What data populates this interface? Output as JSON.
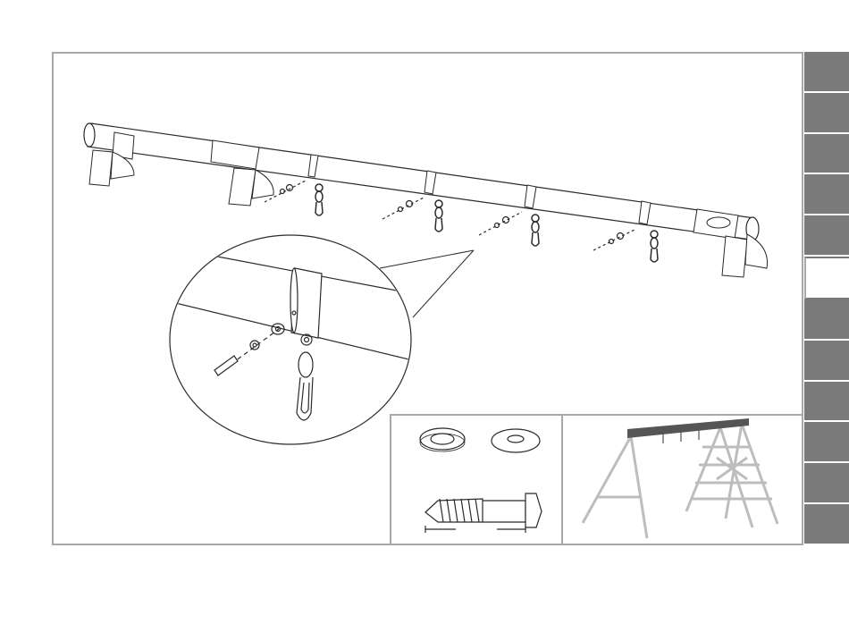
{
  "document": {
    "type": "assembly-instruction-page"
  },
  "tabs": {
    "items": [
      {
        "label": "",
        "active": false
      },
      {
        "label": "",
        "active": false
      },
      {
        "label": "",
        "active": false
      },
      {
        "label": "",
        "active": false
      },
      {
        "label": "",
        "active": false
      },
      {
        "label": "",
        "active": true
      },
      {
        "label": "",
        "active": false
      },
      {
        "label": "",
        "active": false
      },
      {
        "label": "",
        "active": false
      },
      {
        "label": "",
        "active": false
      },
      {
        "label": "",
        "active": false
      },
      {
        "label": "",
        "active": false
      }
    ],
    "colors": {
      "inactive": "#7a7a7a",
      "active": "#ffffff"
    }
  },
  "illustration": {
    "hook_count": 4,
    "parts": [
      "beam-tube",
      "swing-hook",
      "bolt",
      "washer",
      "rubber-washer",
      "lag-screw"
    ]
  },
  "colors": {
    "line": "#2a2a2a",
    "frame": "#a8a8a8",
    "overview_frame": "#bdbdbd",
    "overview_beam": "#555555"
  }
}
